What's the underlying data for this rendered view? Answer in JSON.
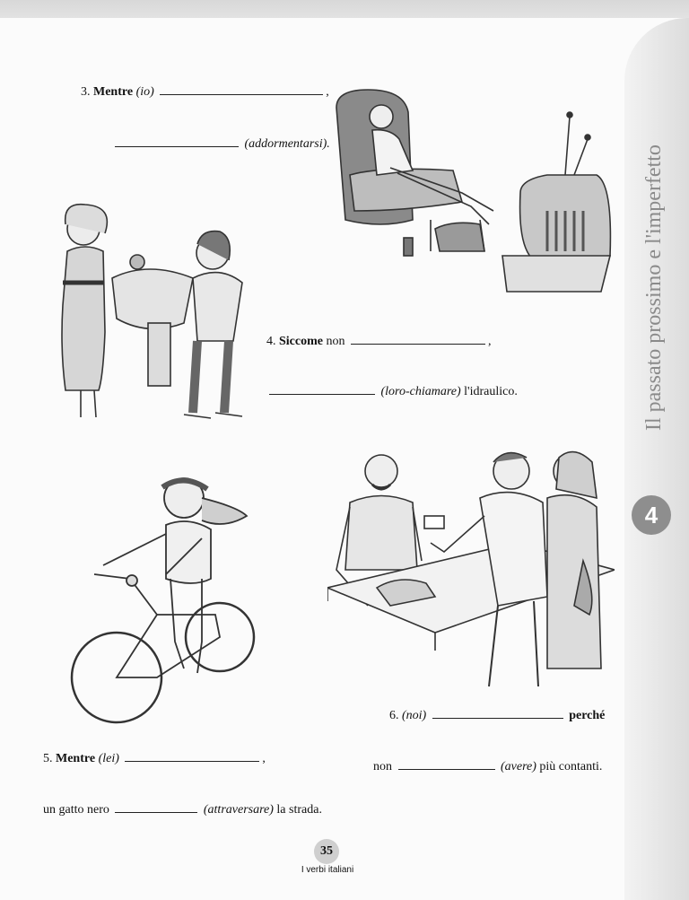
{
  "chapter": {
    "number": "4",
    "title": "Il passato prossimo e l'imperfetto"
  },
  "exercises": {
    "ex3": {
      "number": "3.",
      "keyword": "Mentre",
      "subject": "(io)",
      "comma": ",",
      "verb": "(addormentarsi)."
    },
    "ex4": {
      "number": "4.",
      "keyword": "Siccome",
      "word_non": "non",
      "comma": ",",
      "verb": "(loro-chiamare)",
      "tail": "l'idraulico."
    },
    "ex5": {
      "number": "5.",
      "keyword": "Mentre",
      "subject": "(lei)",
      "comma": ",",
      "lead": "un gatto nero",
      "verb": "(attraversare)",
      "tail": "la strada."
    },
    "ex6": {
      "number": "6.",
      "subject": "(noi)",
      "keyword": "perché",
      "word_non": "non",
      "verb": "(avere)",
      "tail": "più contanti."
    }
  },
  "illustrations": {
    "armchair": "man-sleeping-armchair-tv-illustration",
    "sink": "couple-broken-sink-illustration",
    "bike": "woman-riding-bicycle-illustration",
    "shop": "couple-paying-at-counter-illustration"
  },
  "footer": {
    "page_number": "35",
    "book_title": "I verbi italiani"
  }
}
